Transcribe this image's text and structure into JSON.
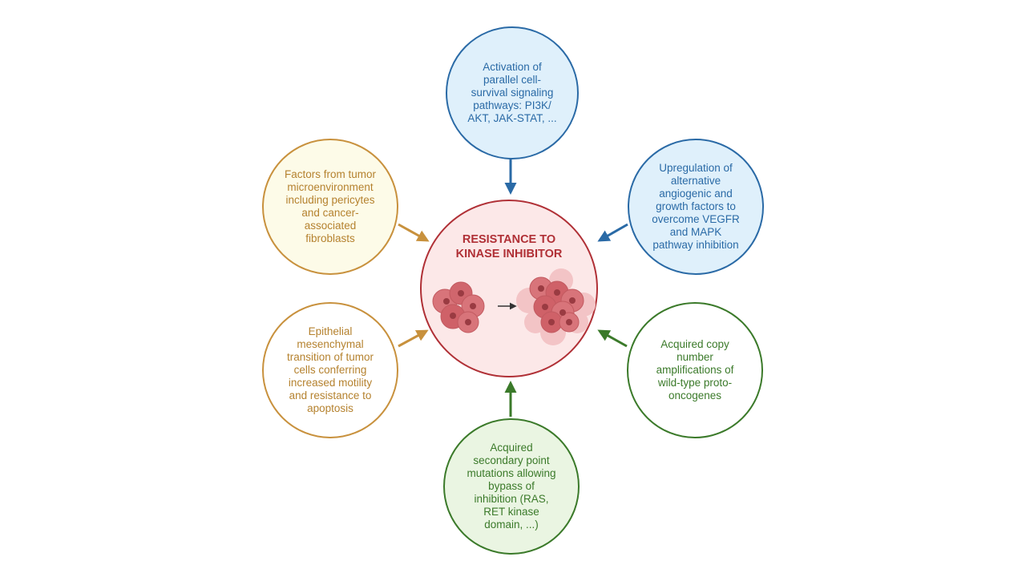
{
  "diagram": {
    "center": {
      "title": "RESISTANCE TO\nKINASE INHIBITOR",
      "title_color": "#b03036",
      "fill": "#fce8e8",
      "border": "#b03036"
    },
    "nodes": [
      {
        "id": "top",
        "text": "Activation of\nparallel cell-\nsurvival signaling\npathways: PI3K/\nAKT, JAK-STAT, ...",
        "color": "#2a6aa6",
        "fill": "#dff0fb"
      },
      {
        "id": "upper-right",
        "text": "Upregulation of\nalternative\nangiogenic and\ngrowth factors to\novercome VEGFR\nand MAPK\npathway inhibition",
        "color": "#2a6aa6",
        "fill": "#dff0fb"
      },
      {
        "id": "lower-right",
        "text": "Acquired copy\nnumber\namplifications of\nwild-type proto-\noncogenes",
        "color": "#3b7a2a",
        "fill": "#ffffff"
      },
      {
        "id": "bottom",
        "text": "Acquired\nsecondary point\nmutations allowing\nbypass of\ninhibition (RAS,\nRET kinase\ndomain, ...)",
        "color": "#3b7a2a",
        "fill": "#eaf5e2"
      },
      {
        "id": "lower-left",
        "text": "Epithelial\nmesenchymal\ntransition of tumor\ncells conferring\nincreased motility\nand resistance to\napoptosis",
        "color": "#c8913d",
        "text_color": "#b5822f",
        "fill": "#ffffff"
      },
      {
        "id": "upper-left",
        "text": "Factors from tumor\nmicroenvironment\nincluding pericytes\nand cancer-\nassociated\nfibroblasts",
        "color": "#c8913d",
        "text_color": "#b5822f",
        "fill": "#fdfbe8"
      }
    ]
  }
}
